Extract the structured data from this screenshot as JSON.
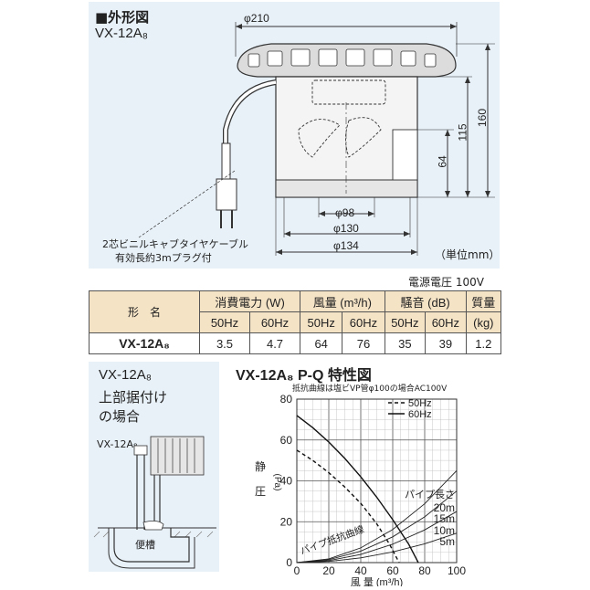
{
  "outline": {
    "title": "■外形図",
    "model": "VX-12A₈",
    "dims": {
      "d210": "φ210",
      "d98": "φ98",
      "d130": "φ130",
      "d134": "φ134",
      "h160": "160",
      "h115": "115",
      "h64": "64"
    },
    "cable_note_line1": "2芯ビニルキャブタイヤケーブル",
    "cable_note_line2": "有効長約3mプラグ付",
    "unit": "（単位mm）"
  },
  "spec": {
    "voltage": "電源電圧 100V",
    "header": {
      "model_label": "形　名",
      "power": "消費電力 (W)",
      "airflow": "風量 (m³/h)",
      "noise": "騒音 (dB)",
      "mass": "質量",
      "mass_unit": "(kg)",
      "hz50": "50Hz",
      "hz60": "60Hz"
    },
    "row": {
      "model": "VX-12A₈",
      "power_50": "3.5",
      "power_60": "4.7",
      "air_50": "64",
      "air_60": "76",
      "noise_50": "35",
      "noise_60": "39",
      "mass": "1.2"
    }
  },
  "install": {
    "line1": "VX-12A₈",
    "line2": "上部据付け",
    "line3": "の場合",
    "model_label": "VX-12A₈",
    "toilet_label": "便槽"
  },
  "chart_data": {
    "type": "line",
    "title": "VX-12A₈ P-Q 特性図",
    "note": "抵抗曲線は塩ビVP管φ100の場合AC100V",
    "xlabel": "風 量 (m³/h)",
    "ylabel_chars": [
      "静",
      "圧",
      "(Pa)"
    ],
    "xlim": [
      0,
      100
    ],
    "ylim": [
      0,
      80
    ],
    "x_ticks": [
      0,
      20,
      40,
      60,
      80,
      100
    ],
    "y_ticks": [
      0,
      20,
      40,
      60,
      80
    ],
    "series": [
      {
        "name": "50Hz",
        "style": "dashed",
        "x": [
          0,
          10,
          20,
          30,
          40,
          50,
          58,
          64
        ],
        "y": [
          55,
          50,
          44,
          37,
          29,
          19,
          9,
          0
        ]
      },
      {
        "name": "60Hz",
        "style": "solid",
        "x": [
          0,
          10,
          20,
          30,
          40,
          50,
          60,
          70,
          76
        ],
        "y": [
          72,
          66,
          59,
          51,
          42,
          32,
          21,
          9,
          0
        ]
      }
    ],
    "resistance_curves": [
      {
        "label": "5m",
        "x": [
          0,
          20,
          40,
          60,
          80,
          100
        ],
        "y": [
          0,
          0.6,
          2.3,
          5.2,
          9.2,
          14.4
        ]
      },
      {
        "label": "10m",
        "x": [
          0,
          20,
          40,
          60,
          80,
          100
        ],
        "y": [
          0,
          1.0,
          4.0,
          9.0,
          16.0,
          25.0
        ]
      },
      {
        "label": "15m",
        "x": [
          0,
          20,
          40,
          60,
          80,
          100
        ],
        "y": [
          0,
          1.4,
          5.6,
          12.6,
          22.4,
          35.0
        ]
      },
      {
        "label": "20m",
        "x": [
          0,
          20,
          40,
          60,
          80,
          100
        ],
        "y": [
          0,
          1.8,
          7.2,
          16.2,
          28.8,
          45.0
        ]
      }
    ],
    "pipe_length_label": "パイプ長さ",
    "resistance_label": "パイプ抵抗曲線"
  }
}
